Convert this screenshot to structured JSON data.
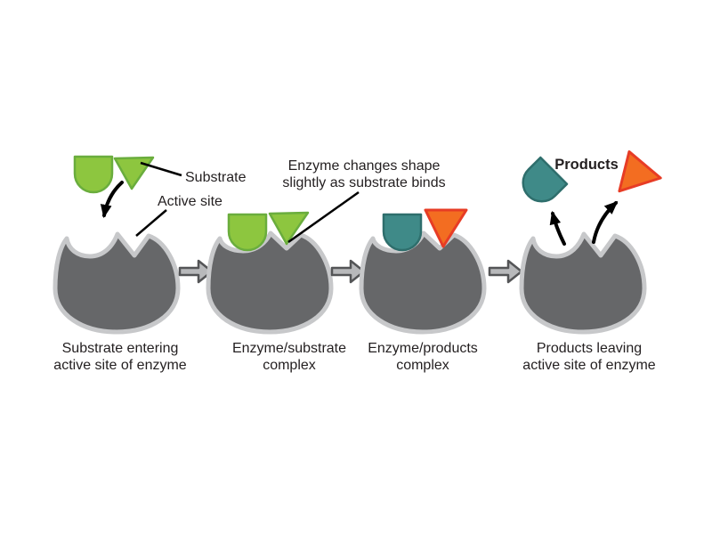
{
  "figure": {
    "type": "enzyme-action-diagram",
    "labels": {
      "substrate": "Substrate",
      "active_site": "Active site",
      "enzyme_change_line1": "Enzyme changes shape",
      "enzyme_change_line2": "slightly as substrate binds",
      "products": "Products"
    },
    "stages": [
      {
        "caption_line1": "Substrate entering",
        "caption_line2": "active site of enzyme"
      },
      {
        "caption_line1": "Enzyme/substrate",
        "caption_line2": "complex"
      },
      {
        "caption_line1": "Enzyme/products",
        "caption_line2": "complex"
      },
      {
        "caption_line1": "Products leaving",
        "caption_line2": "active site of enzyme"
      }
    ],
    "icons": {
      "step_arrow": "right-block-arrow",
      "entry_arrow": "curved-down-arrow",
      "exit_arrows": "curved-up-arrows"
    }
  },
  "colors": {
    "background": "#ffffff",
    "enzyme_fill": "#666769",
    "enzyme_outline": "#c7c8ca",
    "substrate_green_fill": "#8dc63f",
    "substrate_green_stroke": "#6aad3d",
    "product_teal_fill": "#3f8a88",
    "product_teal_stroke": "#2e6e6c",
    "product_orange_fill": "#f36d21",
    "product_orange_stroke": "#e73c25",
    "step_arrow_fill": "#b8b9bb",
    "step_arrow_stroke": "#545557",
    "text_color": "#231f20",
    "annotation_color": "#000000"
  }
}
